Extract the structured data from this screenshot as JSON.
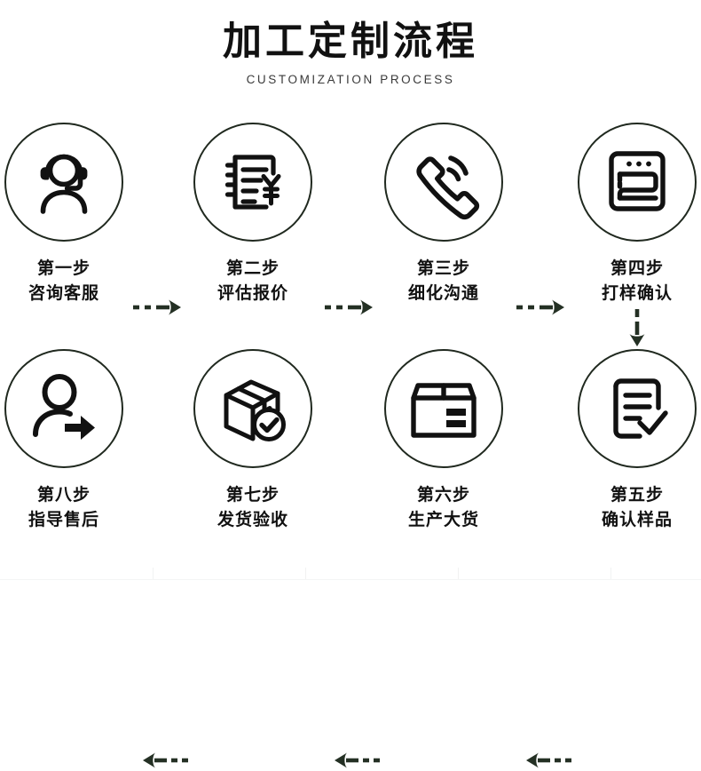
{
  "header": {
    "title_cn": "加工定制流程",
    "title_en": "CUSTOMIZATION PROCESS"
  },
  "colors": {
    "ink": "#111111",
    "circle_stroke": "#20291f",
    "arrow": "#243024",
    "background": "#ffffff",
    "seam": "#f1f2f2"
  },
  "flow": {
    "direction_top": "left-to-right",
    "direction_bottom": "right-to-left",
    "steps": [
      {
        "index": "1",
        "step_label": "第一步",
        "step_name": "咨询客服",
        "icon": "headset-support-agent-icon"
      },
      {
        "index": "2",
        "step_label": "第二步",
        "step_name": "评估报价",
        "icon": "quotation-notebook-yuan-icon"
      },
      {
        "index": "3",
        "step_label": "第三步",
        "step_name": "细化沟通",
        "icon": "phone-call-icon"
      },
      {
        "index": "4",
        "step_label": "第四步",
        "step_name": "打样确认",
        "icon": "sewing-machine-icon"
      },
      {
        "index": "5",
        "step_label": "第五步",
        "step_name": "确认样品",
        "icon": "document-check-icon"
      },
      {
        "index": "6",
        "step_label": "第六步",
        "step_name": "生产大货",
        "icon": "carton-box-icon"
      },
      {
        "index": "7",
        "step_label": "第七步",
        "step_name": "发货验收",
        "icon": "package-verified-icon"
      },
      {
        "index": "8",
        "step_label": "第八步",
        "step_name": "指导售后",
        "icon": "person-arrow-aftersales-icon"
      }
    ],
    "connectors": [
      {
        "from": "1",
        "to": "2",
        "style": "dashed-arrow-right"
      },
      {
        "from": "2",
        "to": "3",
        "style": "dashed-arrow-right"
      },
      {
        "from": "3",
        "to": "4",
        "style": "dashed-arrow-right"
      },
      {
        "from": "4",
        "to": "5",
        "style": "dashed-arrow-down"
      },
      {
        "from": "5",
        "to": "6",
        "style": "dashed-arrow-left"
      },
      {
        "from": "6",
        "to": "7",
        "style": "dashed-arrow-left"
      },
      {
        "from": "7",
        "to": "8",
        "style": "dashed-arrow-left"
      }
    ]
  }
}
